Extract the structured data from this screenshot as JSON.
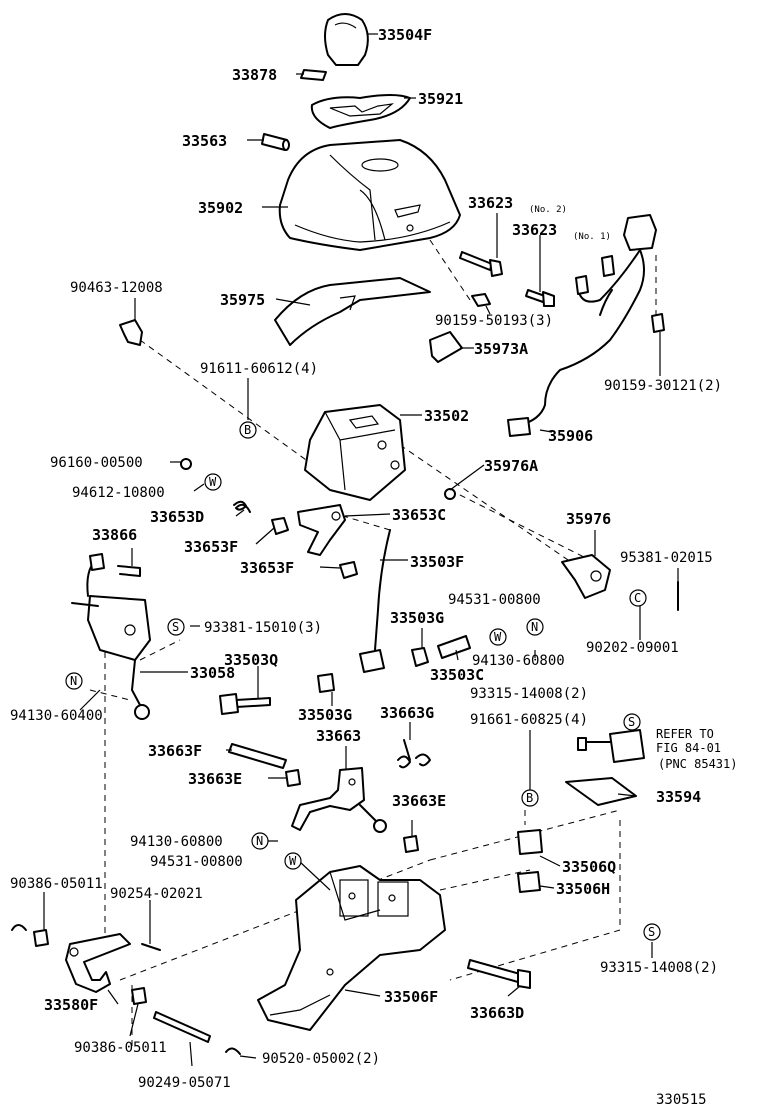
{
  "labels": {
    "p33504F": "33504F",
    "p33878": "33878",
    "p35921": "35921",
    "p33563": "33563",
    "p35902": "35902",
    "p33623_no2": "33623",
    "no2_note": "(No. 2)",
    "p33623_no1": "33623",
    "no1_note": "(No. 1)",
    "p90463": "90463-12008",
    "p35975": "35975",
    "p90159_50193": "90159-50193(3)",
    "p35973A": "35973A",
    "p90159_30121": "90159-30121(2)",
    "p91611": "91611-60612(4)",
    "p33502": "33502",
    "p35906": "35906",
    "p96160": "96160-00500",
    "p35976A": "35976A",
    "p94612": "94612-10800",
    "p33653D": "33653D",
    "p33653C": "33653C",
    "p35976": "35976",
    "p33866": "33866",
    "p33653F_a": "33653F",
    "p33653F_b": "33653F",
    "p33503F": "33503F",
    "p95381": "95381-02015",
    "p94531_a": "94531-00800",
    "p93381": "93381-15010(3)",
    "p33503G_a": "33503G",
    "p90202": "90202-09001",
    "p33058": "33058",
    "p33503Q": "33503Q",
    "p94130_a": "94130-60800",
    "p33503C": "33503C",
    "p94130_b": "94130-60400",
    "p93315_a": "93315-14008(2)",
    "p33503G_b": "33503G",
    "p33663G": "33663G",
    "p91661": "91661-60825(4)",
    "p33663": "33663",
    "refer_line1": "REFER TO",
    "refer_line2": "FIG 84-01",
    "refer_line3": "(PNC 85431)",
    "p33663F": "33663F",
    "p33663E_a": "33663E",
    "p33594": "33594",
    "p33663E_b": "33663E",
    "p94130_c": "94130-60800",
    "p94531_b": "94531-00800",
    "p33506Q": "33506Q",
    "p90386_a": "90386-05011",
    "p33506H": "33506H",
    "p90254": "90254-02021",
    "p93315_b": "93315-14008(2)",
    "p33580F": "33580F",
    "p33506F": "33506F",
    "p33663D": "33663D",
    "p90386_b": "90386-05011",
    "p90520": "90520-05002(2)",
    "p90249": "90249-05071",
    "diagram_id": "330515"
  },
  "markers": {
    "B": "B",
    "W": "W",
    "S": "S",
    "N": "N",
    "C": "C"
  }
}
